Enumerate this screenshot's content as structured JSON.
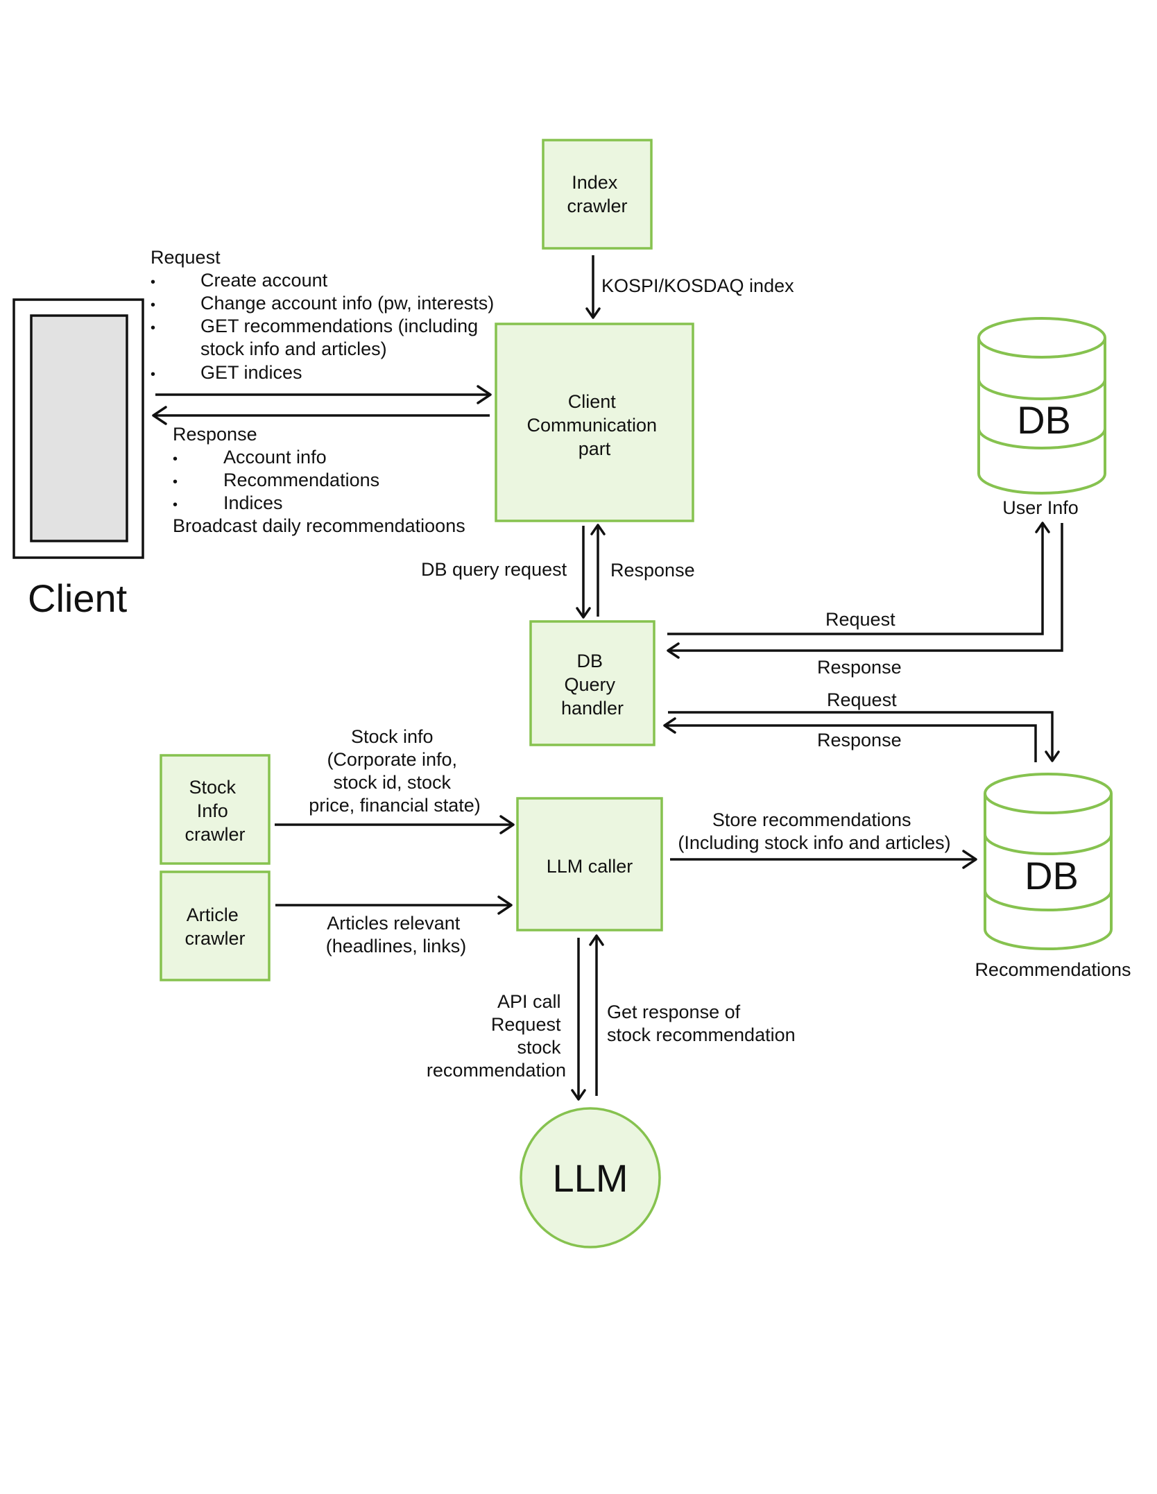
{
  "colors": {
    "node_fill": "#ebf6e0",
    "node_stroke": "#86c24f",
    "edge": "#111111",
    "client_screen": "#e2e2e2"
  },
  "nodes": {
    "index_crawler": [
      "Index",
      "crawler"
    ],
    "client_comm": [
      "Client",
      "Communication",
      "part"
    ],
    "db_query": [
      "DB",
      "Query",
      "handler"
    ],
    "stock_crawler": [
      "Stock",
      "Info",
      "crawler"
    ],
    "article_crawler": [
      "Article",
      "crawler"
    ],
    "llm_caller": [
      "LLM caller"
    ],
    "llm": "LLM",
    "client": "Client",
    "user_db": {
      "label": "DB",
      "caption": "User Info"
    },
    "rec_db": {
      "label": "DB",
      "caption": "Recommendations"
    }
  },
  "edges": {
    "kospi": [
      "KOSPI/KOSDAQ index"
    ],
    "client_request": {
      "title": "Request",
      "items": [
        "Create account",
        "Change account info (pw, interests)",
        "GET recommendations (including",
        "stock info and articles)",
        "GET indices"
      ]
    },
    "client_response": {
      "title": "Response",
      "items": [
        "Account info",
        "Recommendations",
        "Indices"
      ],
      "footer": "Broadcast daily recommendatioons"
    },
    "db_query_request": [
      "DB query request"
    ],
    "db_query_response": [
      "Response"
    ],
    "user_request": [
      "Request"
    ],
    "user_response": [
      "Response"
    ],
    "rec_request": [
      "Request"
    ],
    "rec_response": [
      "Response"
    ],
    "stock_info": [
      "Stock info",
      "(Corporate info,",
      "stock id, stock",
      "price, financial state)"
    ],
    "articles": [
      "Articles relevant",
      "(headlines, links)"
    ],
    "store_rec": [
      "Store recommendations",
      "(Including stock info and articles)"
    ],
    "api_call": [
      "API call",
      "Request",
      "stock",
      "recommendation"
    ],
    "get_response": [
      "Get response of",
      "stock recommendation"
    ]
  }
}
